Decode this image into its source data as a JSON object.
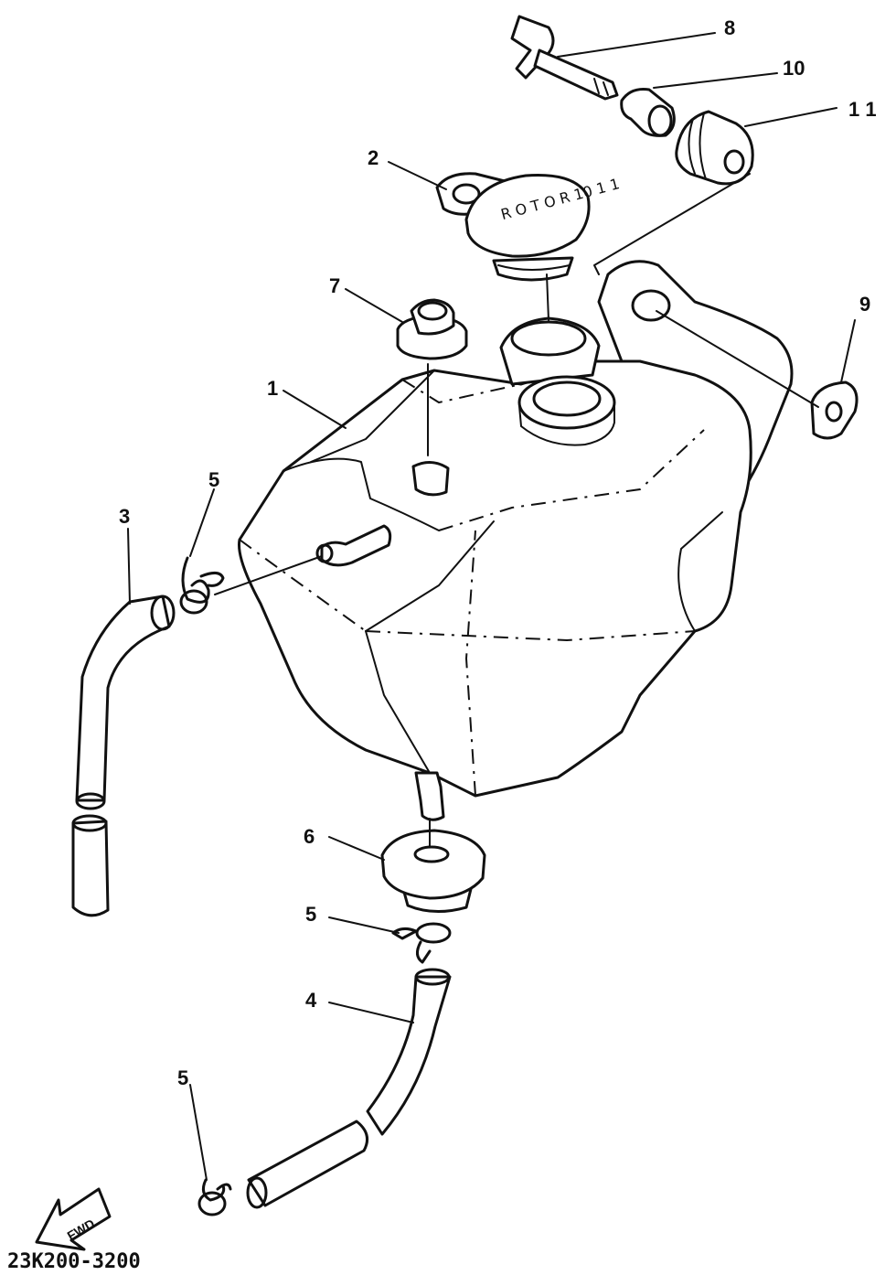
{
  "diagram": {
    "drawing_code": "23K200-3200",
    "direction_label": "FWD",
    "cap_marking": "R O T O R 10 1 1",
    "callouts": [
      {
        "id": "1",
        "label": "1"
      },
      {
        "id": "2",
        "label": "2"
      },
      {
        "id": "3",
        "label": "3"
      },
      {
        "id": "4",
        "label": "4"
      },
      {
        "id": "5a",
        "label": "5"
      },
      {
        "id": "5b",
        "label": "5"
      },
      {
        "id": "5c",
        "label": "5"
      },
      {
        "id": "6",
        "label": "6"
      },
      {
        "id": "7",
        "label": "7"
      },
      {
        "id": "8",
        "label": "8"
      },
      {
        "id": "9",
        "label": "9"
      },
      {
        "id": "10",
        "label": "10"
      },
      {
        "id": "11",
        "label": "1 1"
      }
    ]
  }
}
